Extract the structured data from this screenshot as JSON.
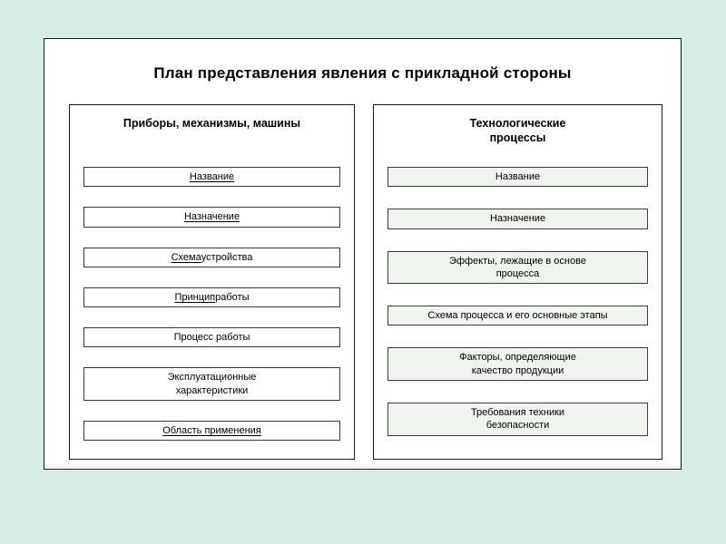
{
  "slide": {
    "title": "План представления явления с прикладной стороны"
  },
  "left_panel": {
    "header": "Приборы, механизмы, машины",
    "items": [
      {
        "text": "Название",
        "underline_words": 1
      },
      {
        "text": "Назначение",
        "underline_words": 1
      },
      {
        "text": "Схема устройства",
        "underline_words": 1
      },
      {
        "text": "Принцип работы",
        "underline_words": 1
      },
      {
        "text": "Процесс работы",
        "underline_words": 0
      },
      {
        "text": "Эксплуатационные\nхарактеристики",
        "underline_words": 0
      },
      {
        "text": "Область применения",
        "underline_words": 2
      }
    ]
  },
  "right_panel": {
    "header": "Технологические\nпроцессы",
    "items": [
      {
        "text": "Название"
      },
      {
        "text": "Назначение"
      },
      {
        "text": "Эффекты, лежащие в основе\nпроцесса"
      },
      {
        "text": "Схема процесса и его основные этапы"
      },
      {
        "text": "Факторы, определяющие\nкачество продукции"
      },
      {
        "text": "Требования  техники\nбезопасности"
      }
    ]
  },
  "colors": {
    "page_background": "#d7ece3",
    "slide_background": "#ffffff",
    "right_item_fill": "#f0f4ef",
    "left_item_fill": "#ffffff",
    "line_color": "#1a1a1a"
  }
}
